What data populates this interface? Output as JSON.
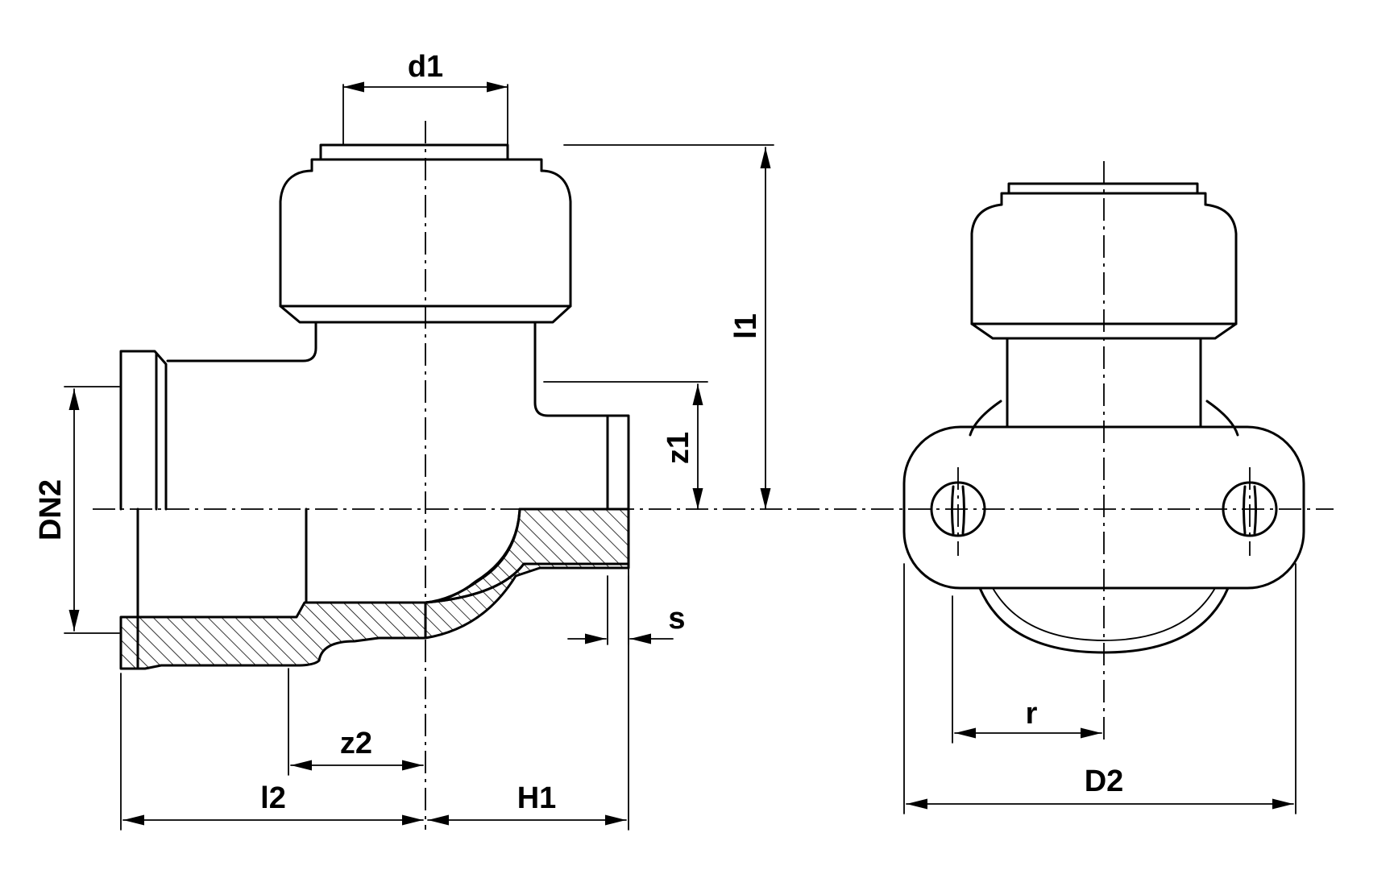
{
  "dimension_labels": {
    "d1": "d1",
    "l1": "l1",
    "z1": "z1",
    "DN2": "DN2",
    "s": "s",
    "z2": "z2",
    "l2": "l2",
    "H1": "H1",
    "r": "r",
    "D2": "D2"
  },
  "colors": {
    "line": "#000000",
    "background": "#ffffff"
  }
}
